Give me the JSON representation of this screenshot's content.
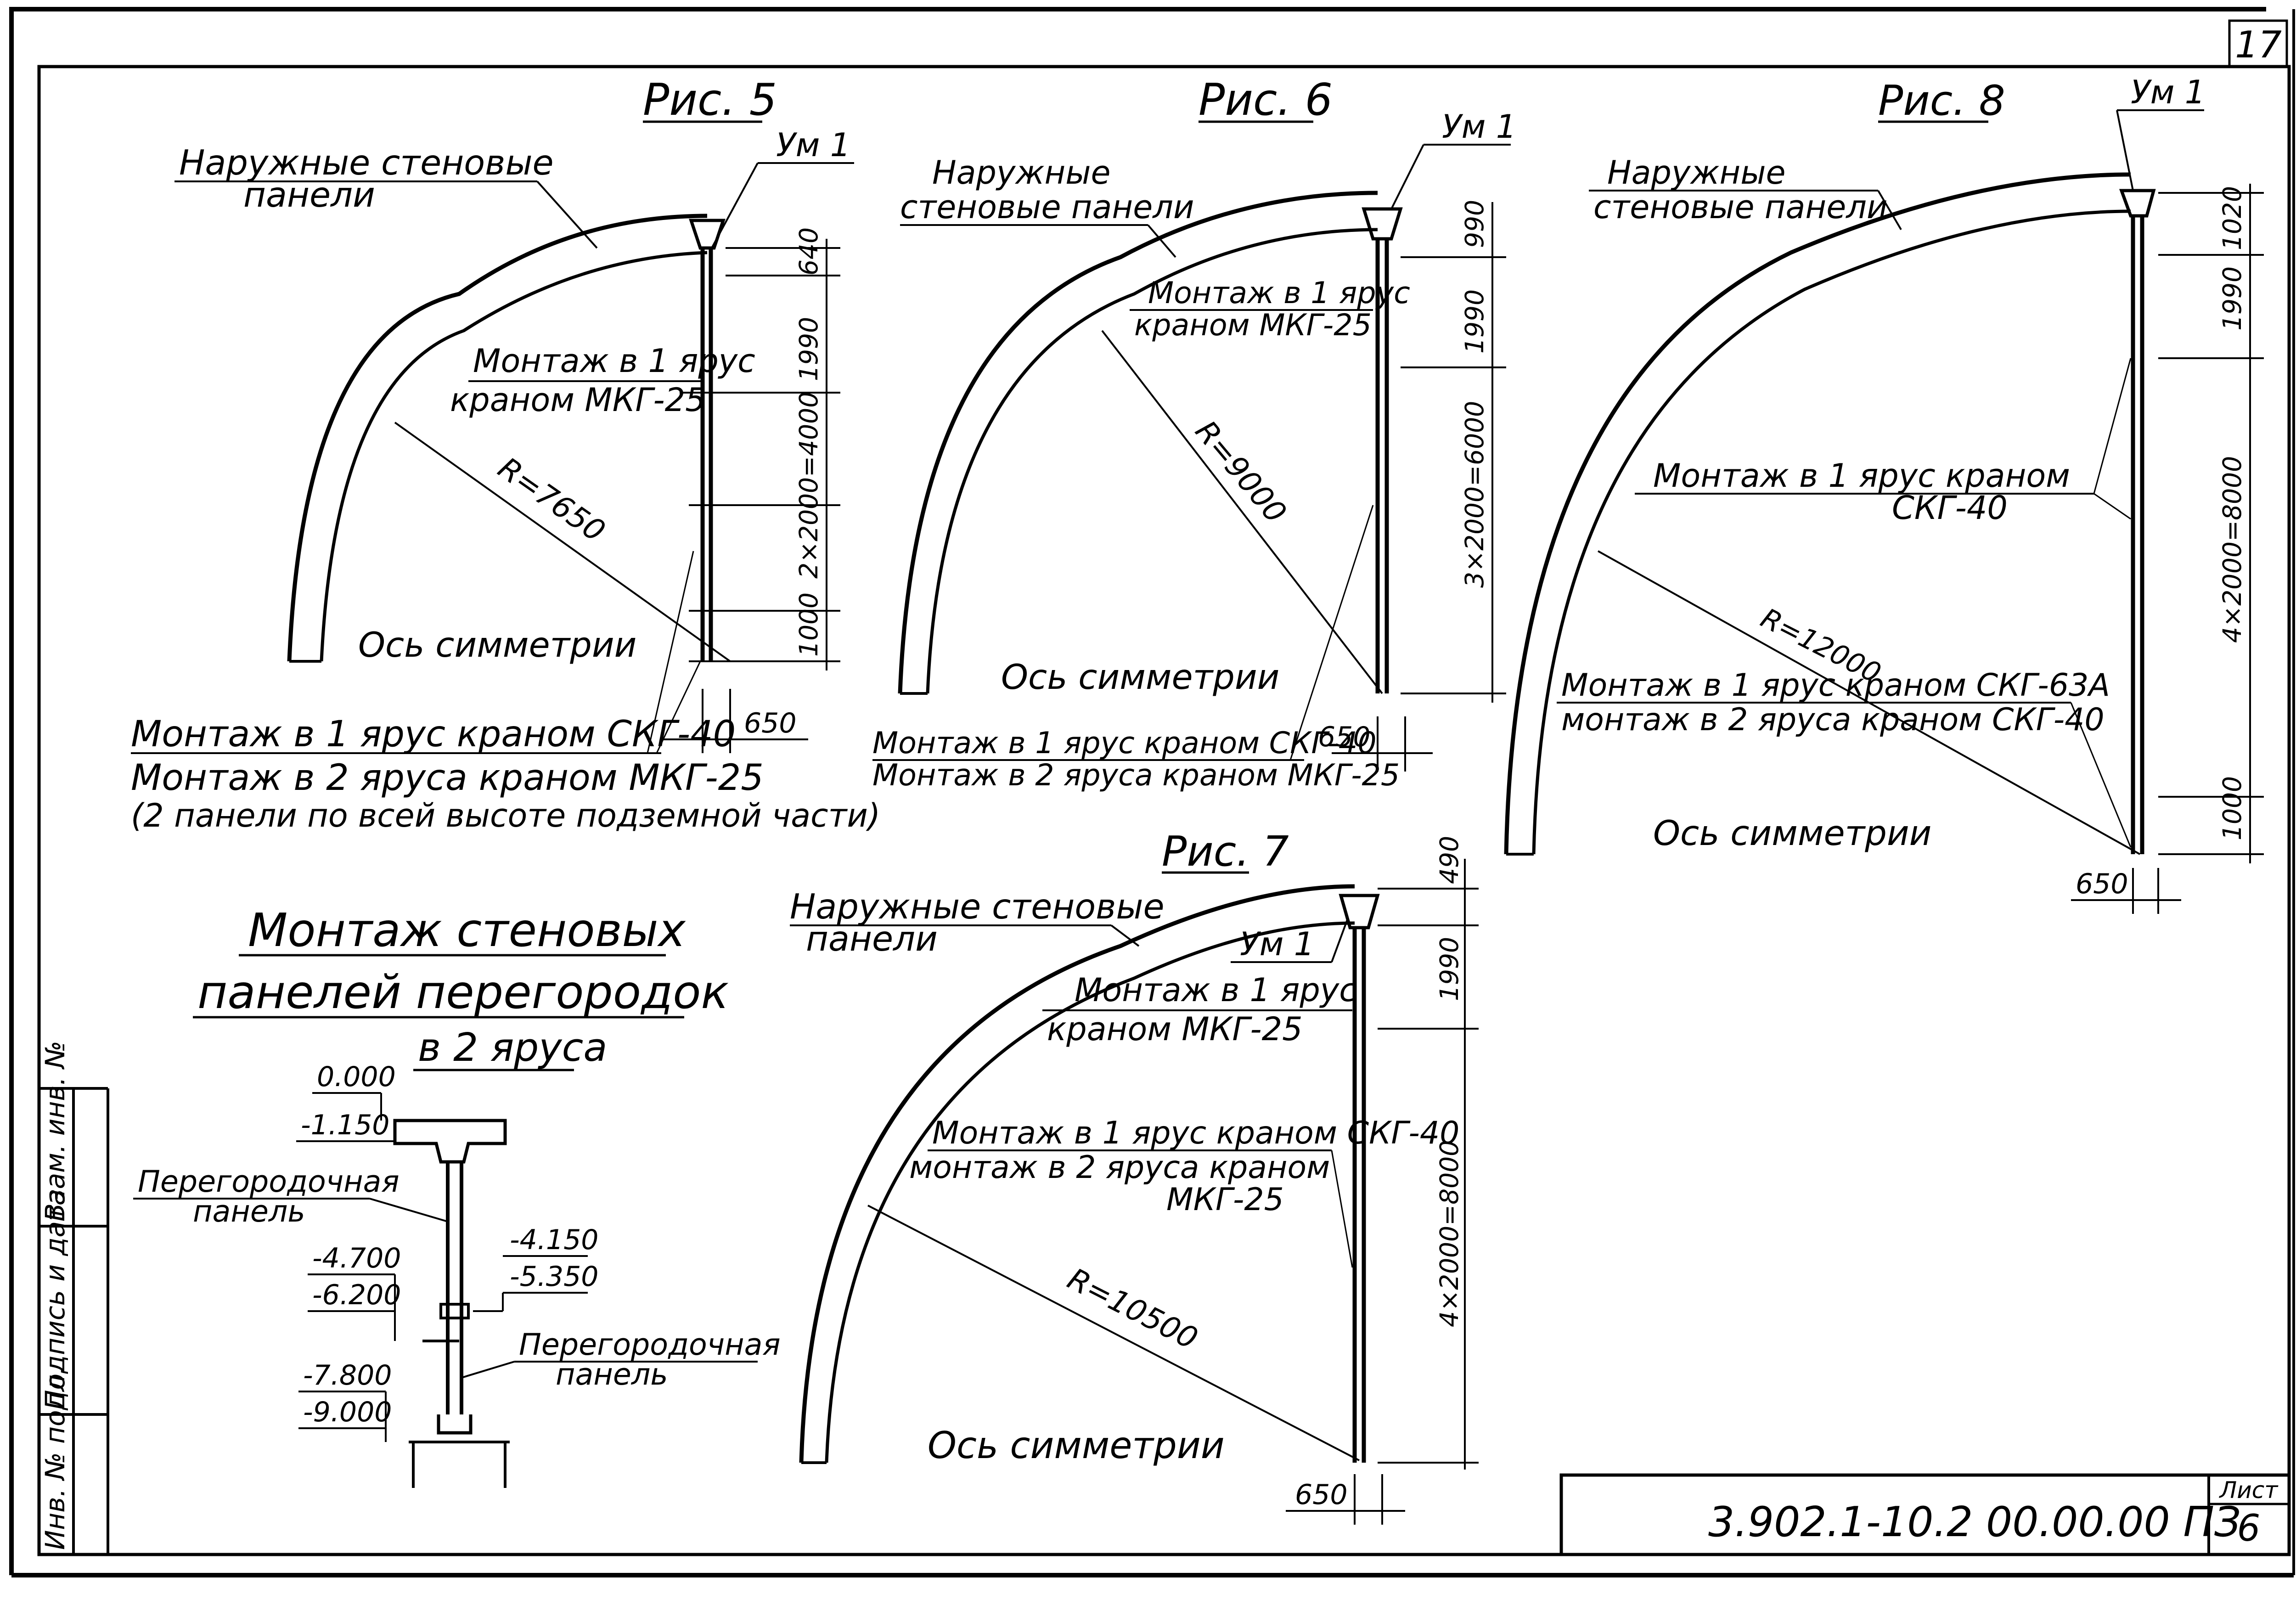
{
  "sheet": {
    "page_mark": "17",
    "stamp": {
      "document_code": "3.902.1-10.2  00.00.00 ПЗ",
      "sheet_label": "Лист",
      "sheet_number": "6"
    },
    "side_strip": {
      "inv_podl": "Инв. № подл.",
      "podpis_data": "Подпись и дата",
      "vzam_inv": "Взам. инв. №"
    }
  },
  "fig5": {
    "title": "Рис. 5",
    "outer_panels": [
      "Наружные стеновые",
      "панели"
    ],
    "node": "Ум 1",
    "note_1yarus": [
      "Монтаж в 1 ярус",
      "краном МКГ-25"
    ],
    "radius": "R=7650",
    "axis": "Ось симметрии",
    "dims": [
      "640",
      "1990",
      "2×2000=4000",
      "1000"
    ],
    "bottom_dim": "650",
    "bottom_notes": [
      "Монтаж в 1 ярус краном СКГ-40",
      "Монтаж в 2 яруса краном МКГ-25",
      "(2 панели по всей высоте подземной части)"
    ]
  },
  "fig6": {
    "title": "Рис. 6",
    "outer_panels": [
      "Наружные",
      "стеновые панели"
    ],
    "node": "Ум 1",
    "note_1yarus": [
      "Монтаж в 1 ярус",
      "краном МКГ-25"
    ],
    "radius": "R=9000",
    "axis": "Ось симметрии",
    "dims": [
      "990",
      "1990",
      "3×2000=6000"
    ],
    "bottom_dim": "650",
    "bottom_notes": [
      "Монтаж в 1 ярус краном СКГ-40",
      "Монтаж в 2 яруса краном МКГ-25"
    ]
  },
  "fig7": {
    "title": "Рис. 7",
    "outer_panels": [
      "Наружные стеновые",
      "панели"
    ],
    "node": "Ум 1",
    "note_1yarus": [
      "Монтаж в 1 ярус",
      "краном МКГ-25"
    ],
    "note_2": [
      "Монтаж в 1 ярус краном СКГ-40",
      "монтаж в 2 яруса краном",
      "МКГ-25"
    ],
    "radius": "R=10500",
    "axis": "Ось симметрии",
    "dims": [
      "490",
      "1990",
      "4×2000=8000"
    ],
    "bottom_dim": "650"
  },
  "fig8": {
    "title": "Рис. 8",
    "outer_panels": [
      "Наружные",
      "стеновые панели"
    ],
    "node": "Ум 1",
    "note_1yarus": [
      "Монтаж в 1 ярус краном",
      "СКГ-40"
    ],
    "radius": "R=12000",
    "note_2": [
      "Монтаж в 1 ярус   краном СКГ-63А",
      "монтаж в 2 яруса краном СКГ-40"
    ],
    "axis": "Ось симметрии",
    "dims": [
      "1020",
      "1990",
      "4×2000=8000",
      "1000"
    ],
    "bottom_dim": "650"
  },
  "partition": {
    "title": [
      "Монтаж стеновых",
      "панелей перегородок"
    ],
    "subtitle": "в 2 яруса",
    "levels_left": [
      "0.000",
      "-1.150",
      "-4.700",
      "-6.200",
      "-7.800",
      "-9.000"
    ],
    "levels_right": [
      "-4.150",
      "-5.350"
    ],
    "label_top": [
      "Перегородочная",
      "панель"
    ],
    "label_bottom": [
      "Перегородочная",
      "панель"
    ]
  }
}
